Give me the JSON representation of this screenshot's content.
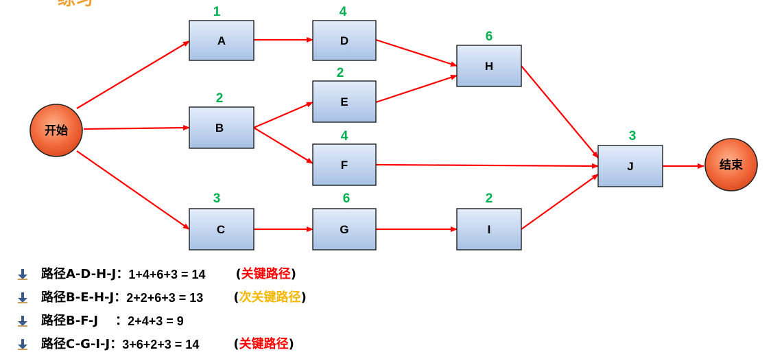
{
  "title_partial": "练习",
  "nodes": {
    "start": {
      "label": "开始"
    },
    "end": {
      "label": "结束"
    },
    "A": {
      "label": "A",
      "duration": "1"
    },
    "B": {
      "label": "B",
      "duration": "2"
    },
    "C": {
      "label": "C",
      "duration": "3"
    },
    "D": {
      "label": "D",
      "duration": "4"
    },
    "E": {
      "label": "E",
      "duration": "2"
    },
    "F": {
      "label": "F",
      "duration": "4"
    },
    "G": {
      "label": "G",
      "duration": "6"
    },
    "H": {
      "label": "H",
      "duration": "6"
    },
    "I": {
      "label": "I",
      "duration": "2"
    },
    "J": {
      "label": "J",
      "duration": "3"
    }
  },
  "edges": [
    [
      "start",
      "A"
    ],
    [
      "start",
      "B"
    ],
    [
      "start",
      "C"
    ],
    [
      "A",
      "D"
    ],
    [
      "B",
      "E"
    ],
    [
      "B",
      "F"
    ],
    [
      "C",
      "G"
    ],
    [
      "D",
      "H"
    ],
    [
      "E",
      "H"
    ],
    [
      "G",
      "I"
    ],
    [
      "H",
      "J"
    ],
    [
      "F",
      "J"
    ],
    [
      "I",
      "J"
    ],
    [
      "J",
      "end"
    ]
  ],
  "paths": [
    {
      "name": "路径A-D-H-J：",
      "sum": "1+4+6+3 = 14",
      "note": "关键路径",
      "note_type": "critical"
    },
    {
      "name": "路径B-E-H-J：",
      "sum": "2+2+6+3 = 13",
      "note": "次关键路径",
      "note_type": "subcritical"
    },
    {
      "name": "路径B-F-J    ：",
      "sum": "2+4+3 = 9",
      "note": "",
      "note_type": ""
    },
    {
      "name": "路径C-G-I-J：",
      "sum": "3+6+2+3 = 14",
      "note": "关键路径",
      "note_type": "critical"
    }
  ],
  "colors": {
    "edge": "#ff0000",
    "duration": "#00b050",
    "box_fill_light": "#dfe9f8",
    "box_fill_dark": "#a9c3e6",
    "box_stroke": "#1f1f1f",
    "circle_fill": "#f26a3c",
    "critical_note": "#ff0000",
    "subcritical_note": "#f5b800"
  }
}
